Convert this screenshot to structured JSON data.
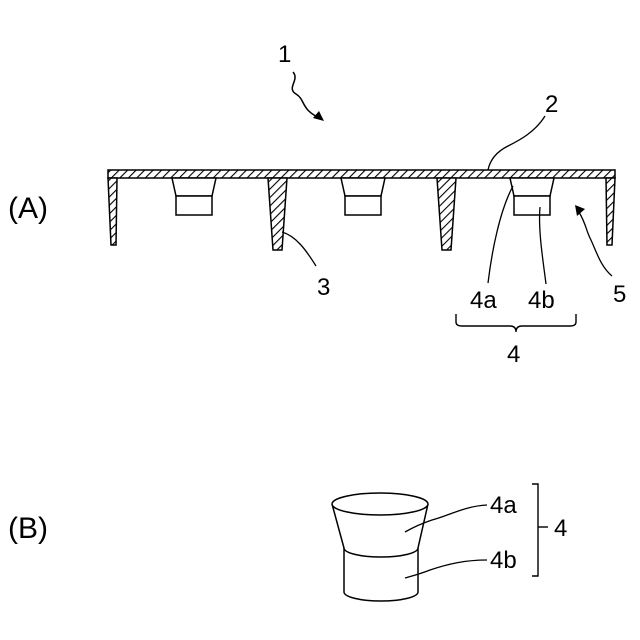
{
  "figure": {
    "panels": [
      {
        "id": "A",
        "label": "(A)"
      },
      {
        "id": "B",
        "label": "(B)"
      }
    ],
    "reference_numerals": {
      "device": "1",
      "top_plate": "2",
      "rib": "3",
      "plug": "4",
      "plug_upper": "4a",
      "plug_lower": "4b",
      "space": "5"
    }
  }
}
